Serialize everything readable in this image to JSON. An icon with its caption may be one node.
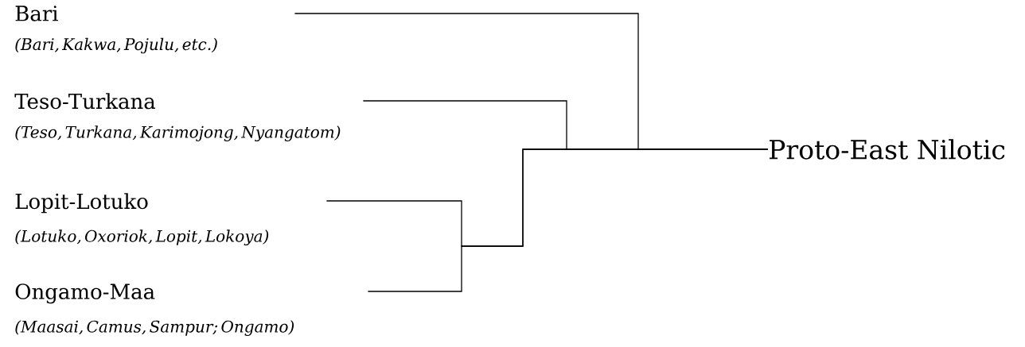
{
  "diagram": {
    "nodes": [
      {
        "text": [
          "Bari",
          "(Bari, Kakwa, Pojulu, etc.)"
        ]
      },
      {
        "text": [
          "Teso-Turkana",
          "(Teso, Turkana, Karimojong, Nyangatom)"
        ]
      },
      {
        "text": [
          "Lopit-Lotuko",
          "(Lotuko, Oxoriok, Lopit, Lokoya)"
        ]
      },
      {
        "text": [
          "Ongamo-Maa",
          "(Maasai, Camus, Sampur; Ongamo)"
        ]
      },
      {
        "text": [
          "Proto-East Nilotic"
        ]
      }
    ],
    "edges": [
      {
        "from": 0,
        "to": 4,
        "arrow": "none"
      },
      {
        "from": 1,
        "to": 4,
        "arrow": "none"
      },
      {
        "from": 2,
        "to": 4,
        "arrow": "none"
      },
      {
        "from": 3,
        "to": 4,
        "arrow": "none"
      }
    ]
  }
}
